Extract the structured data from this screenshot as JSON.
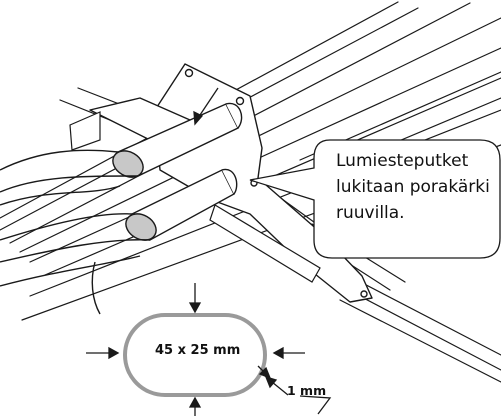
{
  "callout": {
    "line1": "Lumiesteputket",
    "line2": "lukitaan porakärki",
    "line3": "ruuvilla."
  },
  "profile": {
    "dimensions_label": "45 x 25 mm",
    "wall_thickness_label": "1 mm"
  },
  "colors": {
    "line": "#1a1a1a",
    "pipe_profile": "#9a9a9a",
    "pipe_inner": "#c8c8c8",
    "background": "#ffffff"
  }
}
